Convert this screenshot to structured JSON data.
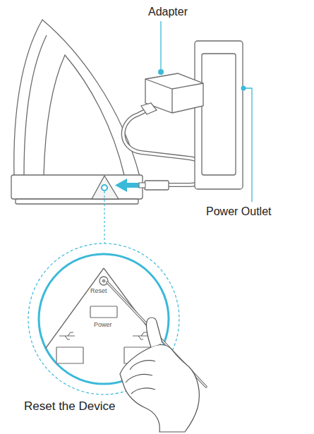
{
  "diagram": {
    "labels": [
      "Adapter",
      "Power Outlet",
      "Reset",
      "Power",
      "Reset the Device"
    ]
  }
}
